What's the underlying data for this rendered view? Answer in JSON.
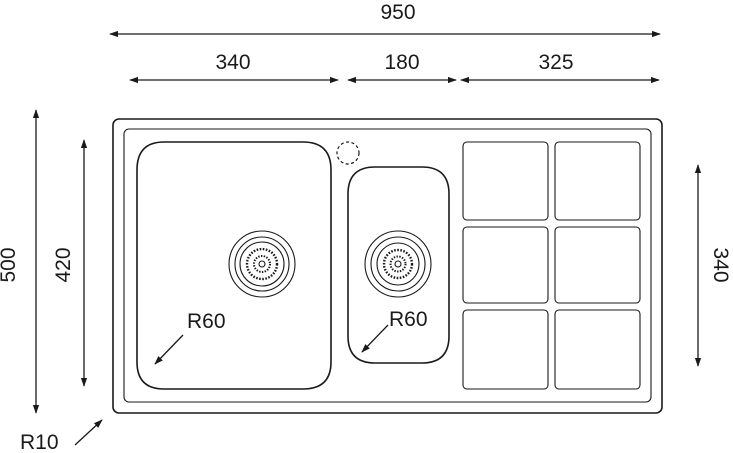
{
  "dimensions": {
    "overall_width": "950",
    "left_bowl_width": "340",
    "small_bowl_width": "180",
    "drainer_width": "325",
    "overall_depth": "500",
    "bowl_depth": "420",
    "drainer_depth": "340"
  },
  "radii": {
    "left_bowl": "R60",
    "small_bowl": "R60",
    "corner": "R10"
  },
  "colors": {
    "line": "#1a1a1a",
    "background": "#ffffff"
  }
}
